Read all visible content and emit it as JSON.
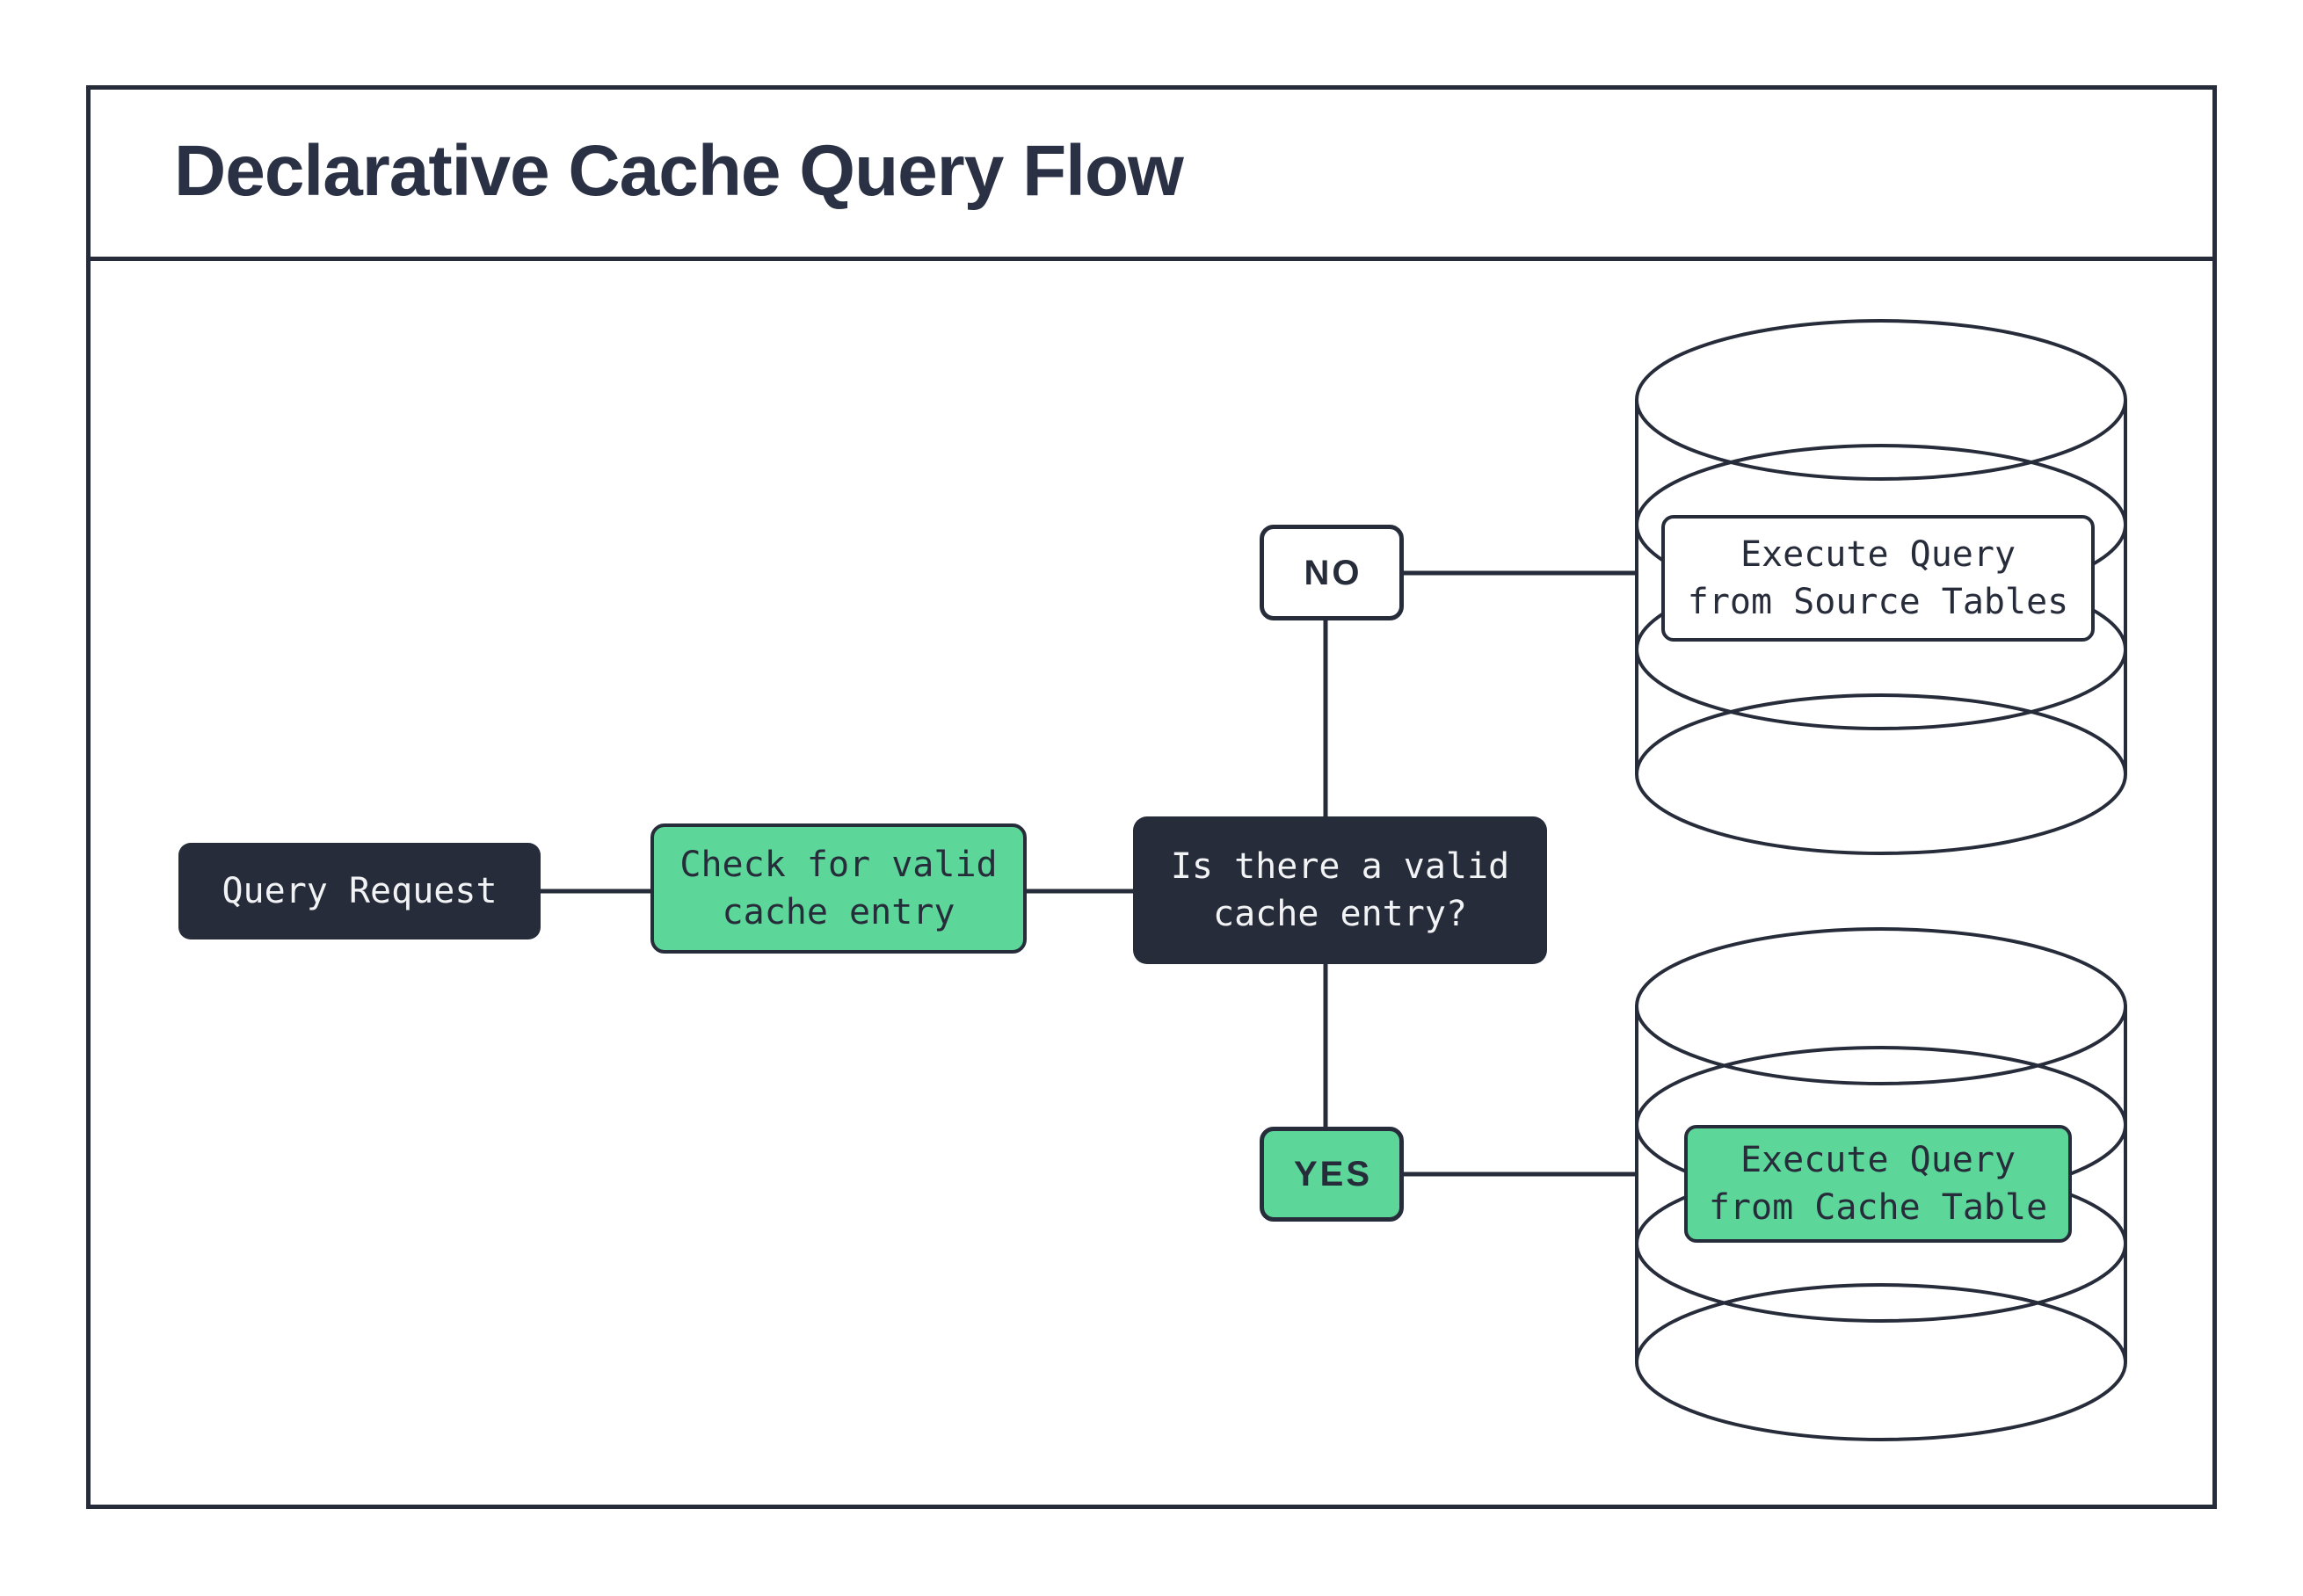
{
  "title": "Declarative Cache Query Flow",
  "colors": {
    "dark_navy": "#272c3a",
    "green": "#5cd699",
    "light_text": "#f2f3f5",
    "background": "#ffffff"
  },
  "nodes": {
    "query_request": {
      "label": "Query Request"
    },
    "check_cache": {
      "label": "Check for valid\ncache entry"
    },
    "decision": {
      "label": "Is there a valid\ncache entry?"
    },
    "no": {
      "label": "NO"
    },
    "yes": {
      "label": "YES"
    },
    "source_db": {
      "label": "Execute Query\nfrom Source Tables"
    },
    "cache_db": {
      "label": "Execute Query\nfrom Cache Table"
    }
  }
}
